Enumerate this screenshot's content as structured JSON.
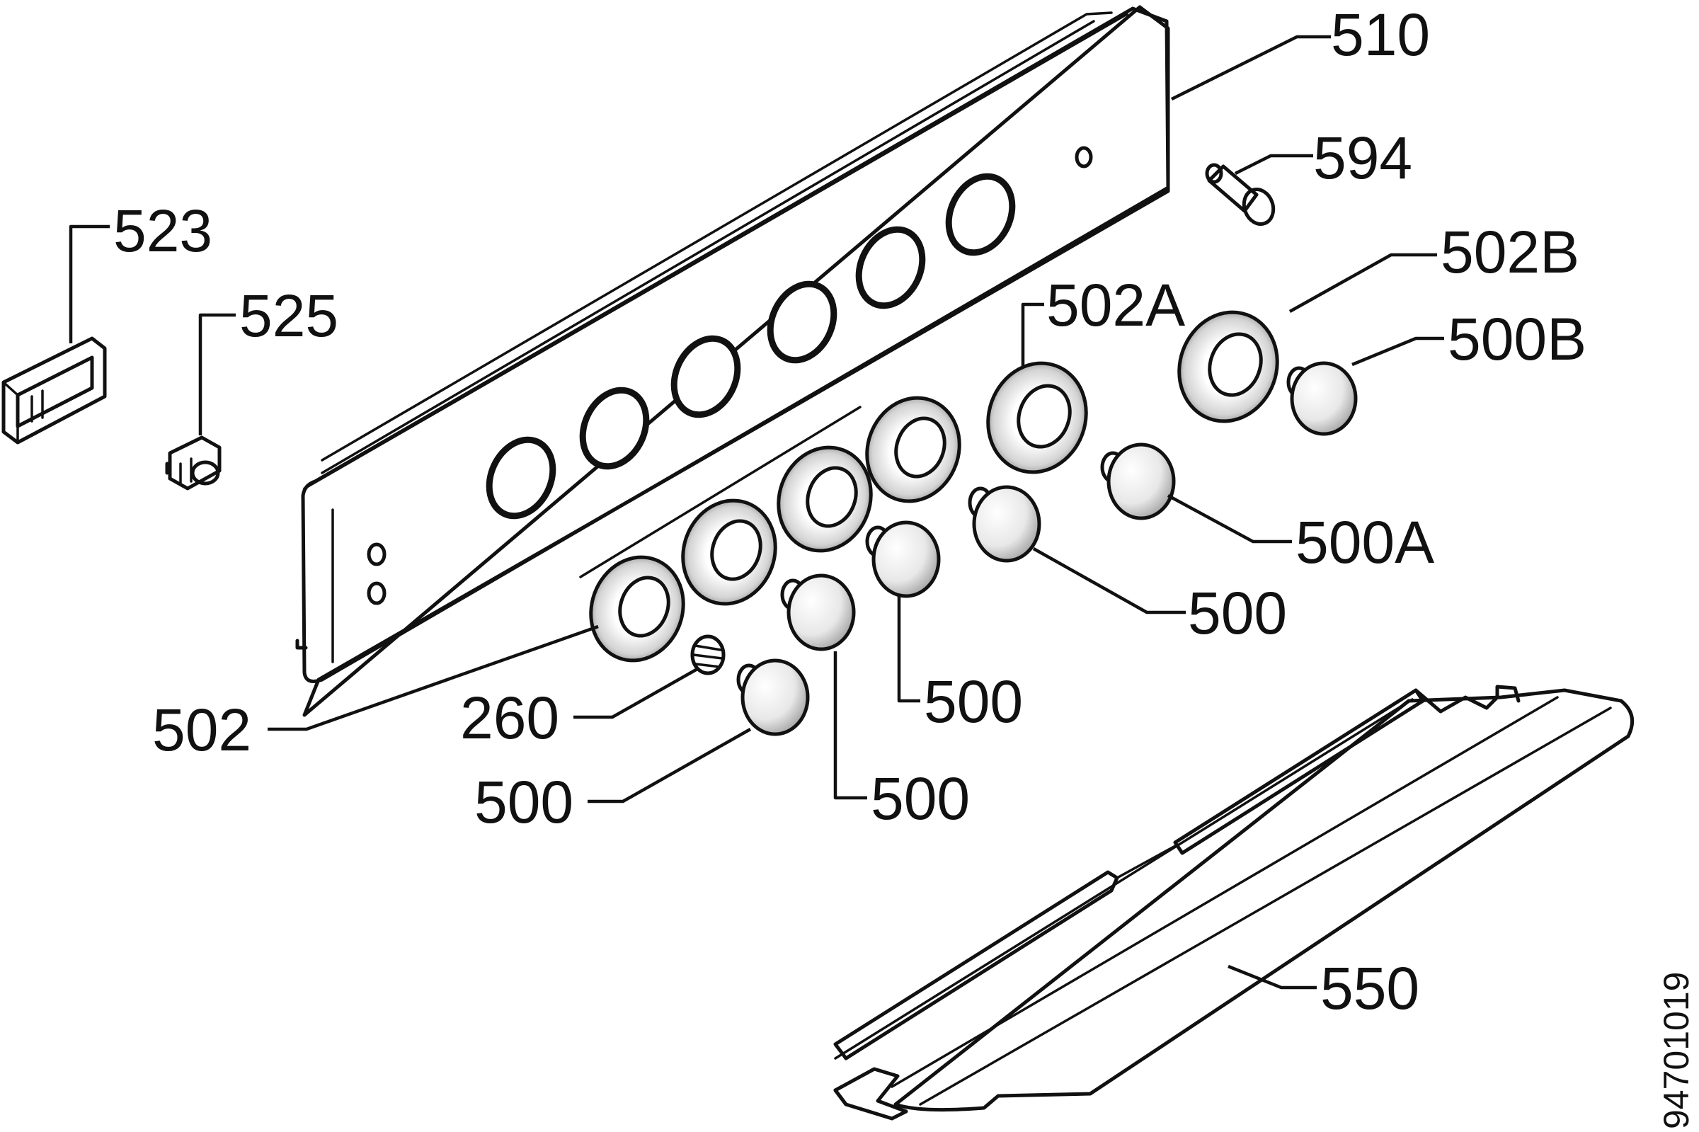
{
  "labels": {
    "p510": "510",
    "p594": "594",
    "p523": "523",
    "p525": "525",
    "p502B": "502B",
    "p502A": "502A",
    "p500B": "500B",
    "p500A": "500A",
    "p500_a": "500",
    "p500_b": "500",
    "p500_c": "500",
    "p500_d": "500",
    "p502": "502",
    "p260": "260",
    "p550": "550"
  },
  "drawing_number": "94701019"
}
